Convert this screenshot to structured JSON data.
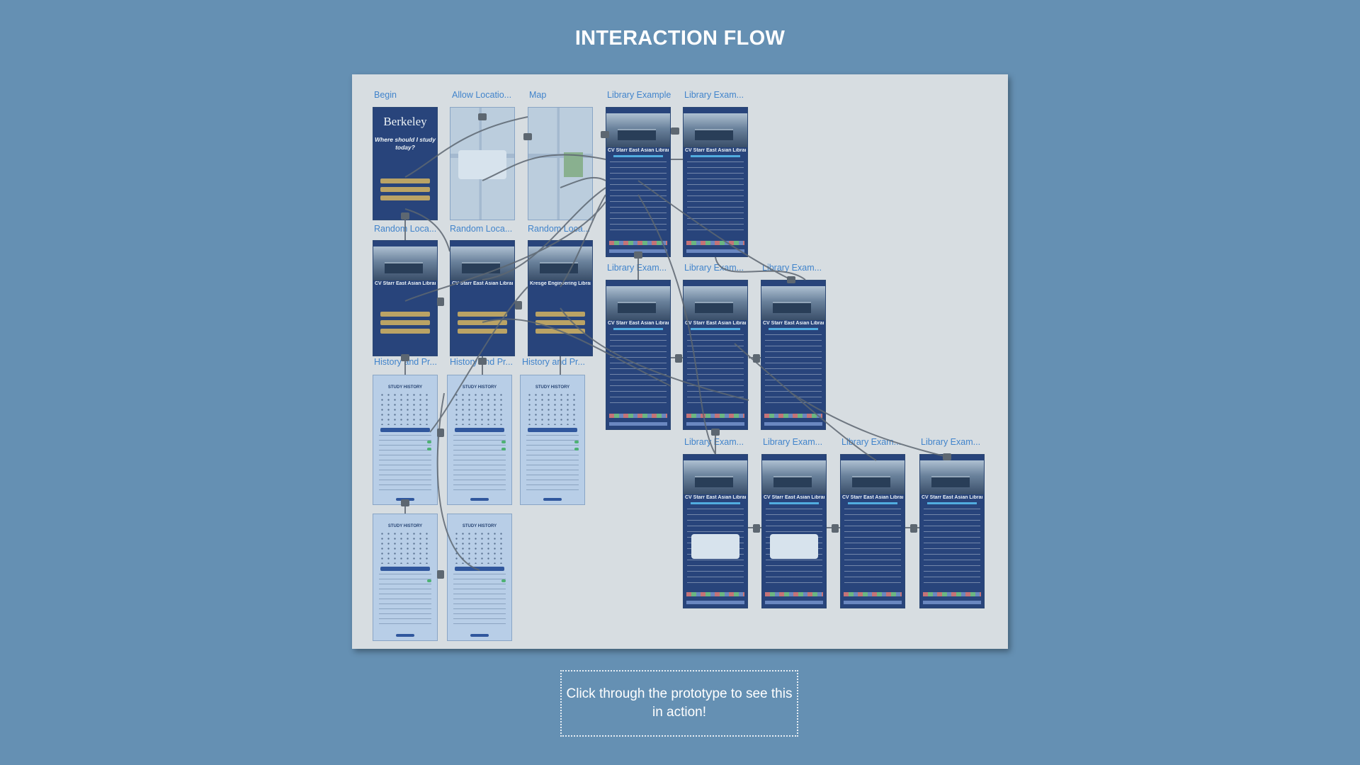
{
  "title": "INTERACTION FLOW",
  "board": {
    "labels": {
      "begin": "Begin",
      "allow_location": "Allow Locatio...",
      "map": "Map",
      "library_example": "Library Example",
      "library_exam": "Library Exam...",
      "random_loca": "Random Loca...",
      "history_and_pr": "History and Pr..."
    },
    "screen_text": {
      "berkeley": "Berkeley",
      "question": "Where should I study today?",
      "cv_starr": "CV Starr East Asian Library",
      "engineering": "Kresge Engineering Library",
      "study_history": "STUDY HISTORY"
    }
  },
  "note": "Click through the prototype to see this in action!"
}
